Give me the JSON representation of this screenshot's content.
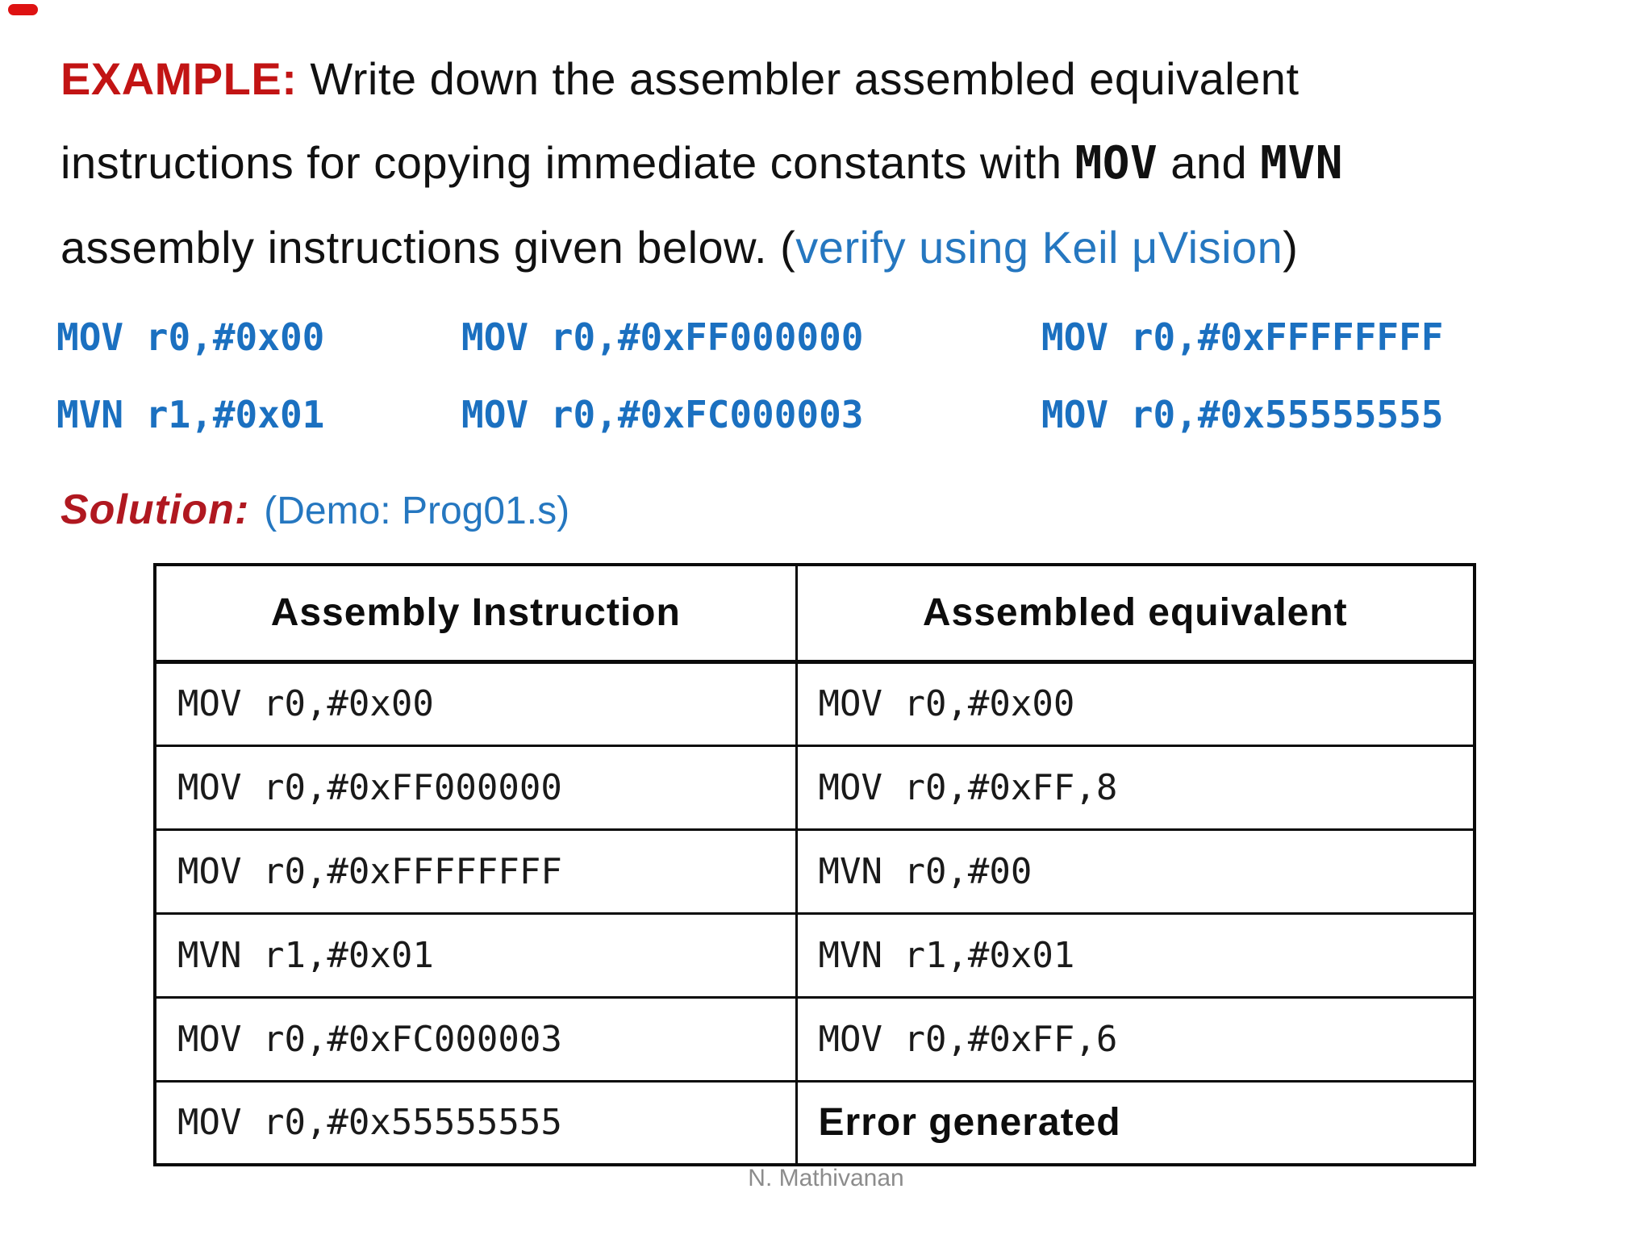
{
  "slide": {
    "decor": {
      "red_marker": "top-left red bar"
    },
    "title": {
      "line1": {
        "highlight": "EXAMPLE:",
        "rest": " Write down the assembler assembled equivalent"
      },
      "line2": {
        "pre": "instructions for copying immediate constants with ",
        "code1": "MOV",
        "mid": " and ",
        "code2": "MVN"
      },
      "line3": {
        "pre": "assembly instructions given below. (",
        "link": "verify using Keil μVision",
        "post": ")"
      }
    },
    "code_grid": {
      "rows": [
        [
          "MOV r0,#0x00",
          "MOV r0,#0xFF000000",
          "MOV r0,#0xFFFFFFFF"
        ],
        [
          "MVN r1,#0x01",
          "MOV r0,#0xFC000003",
          "MOV r0,#0x55555555"
        ]
      ]
    },
    "solution": {
      "label": "Solution:",
      "note": "(Demo: Prog01.s)"
    },
    "table": {
      "headers": [
        "Assembly Instruction",
        "Assembled equivalent"
      ],
      "rows": [
        {
          "instruction": "MOV r0,#0x00",
          "equivalent": "MOV r0,#0x00"
        },
        {
          "instruction": "MOV r0,#0xFF000000",
          "equivalent": "MOV r0,#0xFF,8"
        },
        {
          "instruction": "MOV r0,#0xFFFFFFFF",
          "equivalent": "MVN r0,#00"
        },
        {
          "instruction": "MVN r1,#0x01",
          "equivalent": "MVN r1,#0x01"
        },
        {
          "instruction": "MOV r0,#0xFC000003",
          "equivalent": "MOV r0,#0xFF,6"
        },
        {
          "instruction": "MOV r0,#0x55555555",
          "equivalent": "Error generated"
        }
      ]
    },
    "footer": {
      "author": "N. Mathivanan"
    },
    "colors": {
      "accent_red": "#C21414",
      "solution_red": "#B01820",
      "code_blue": "#1B70C0",
      "link_blue": "#2577C0",
      "footer_gray": "#8C8C8C",
      "border_black": "#0A0A0A"
    }
  }
}
